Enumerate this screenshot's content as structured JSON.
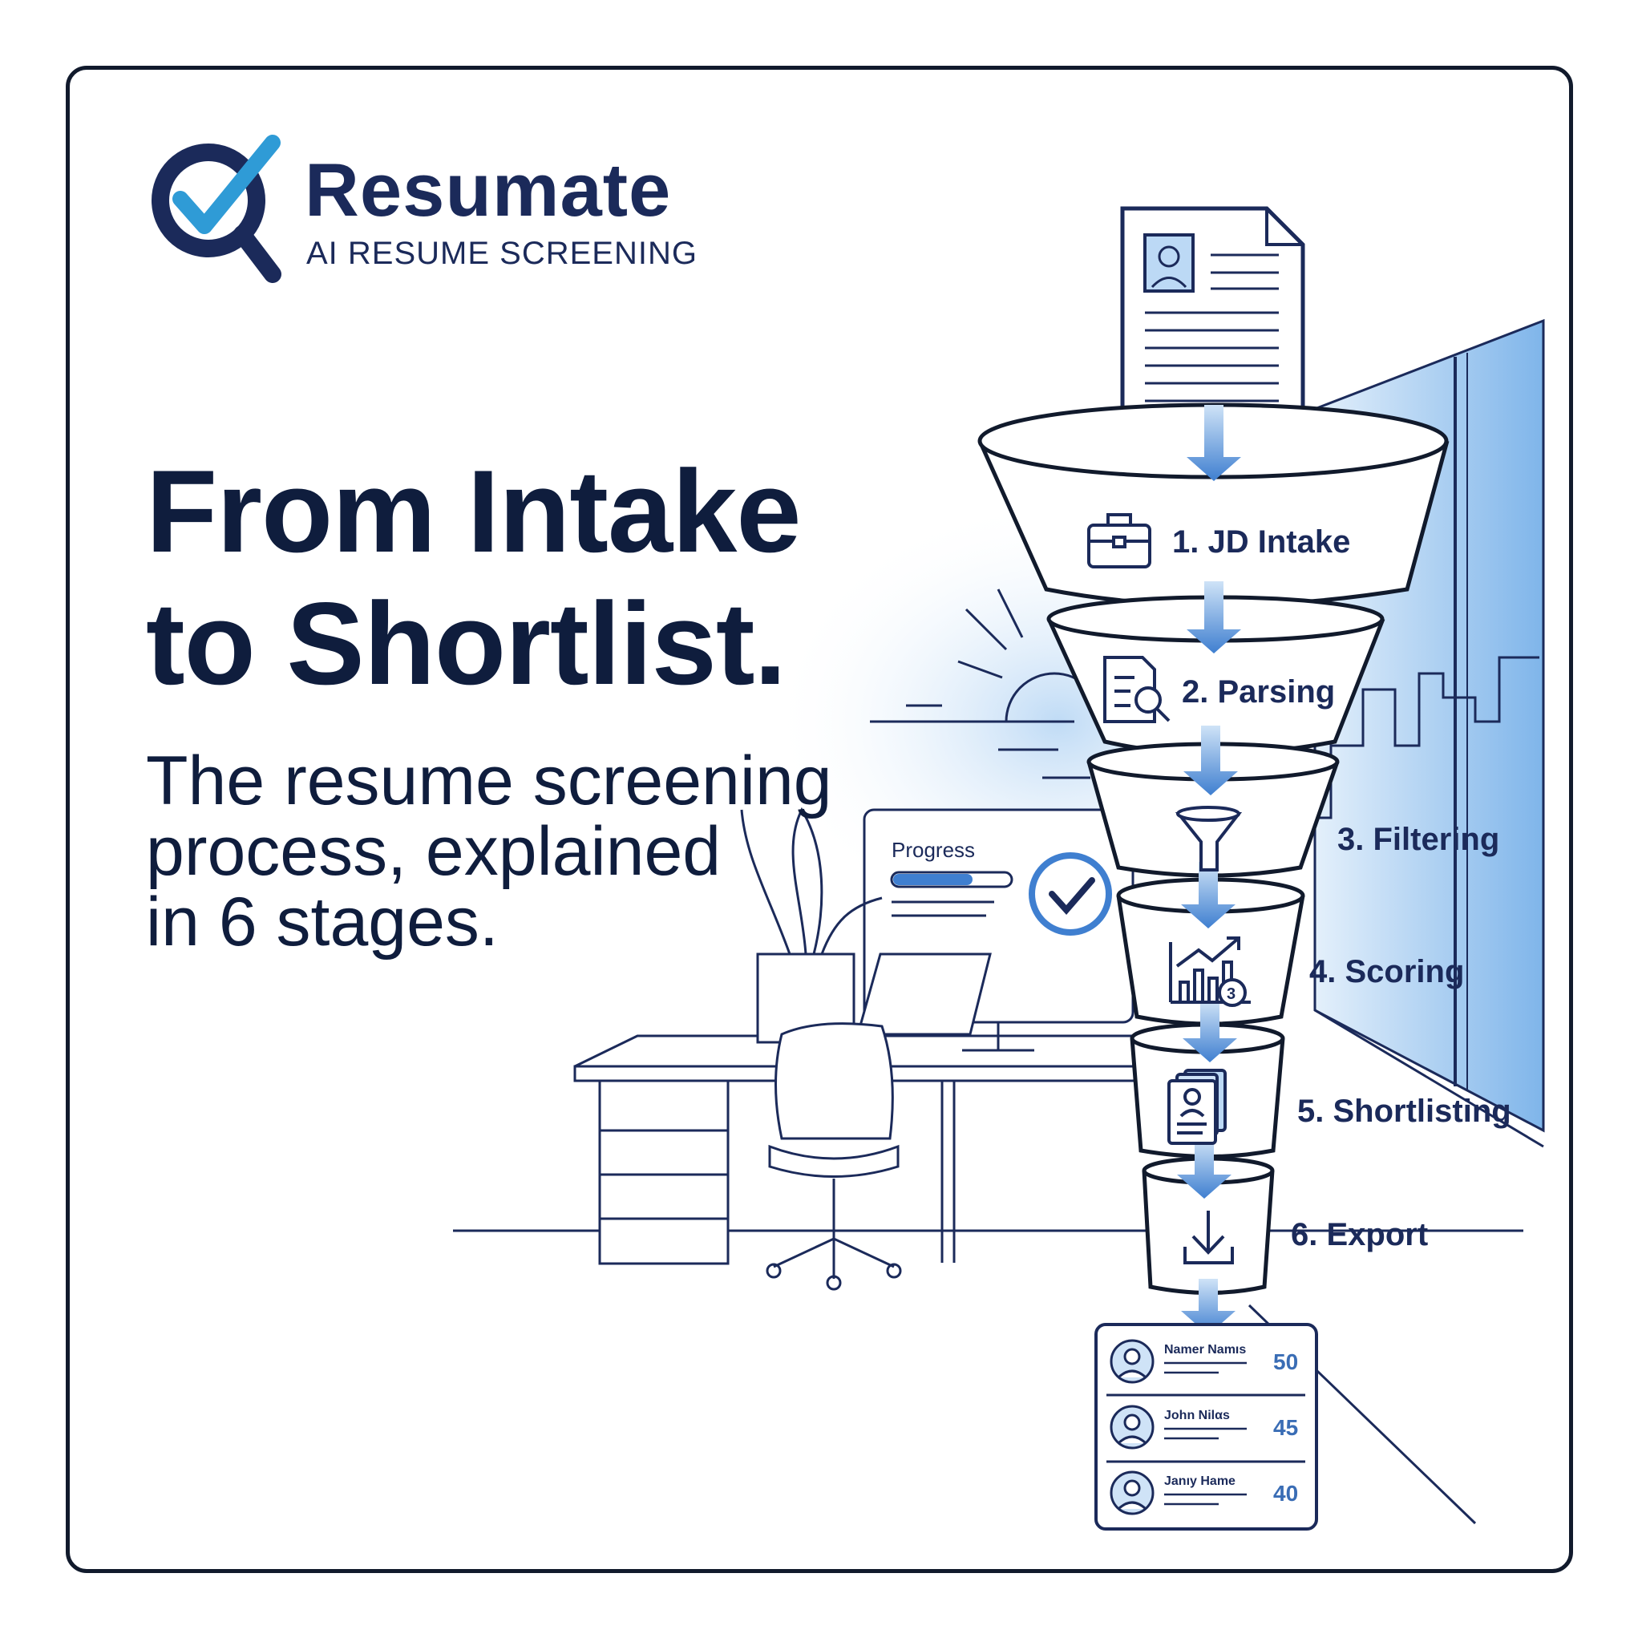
{
  "brand": {
    "name": "Resumate",
    "tagline": "AI RESUME SCREENING",
    "logo_icon": "magnifier-check-icon"
  },
  "headline": {
    "line1": "From Intake",
    "line2": "to Shortlist."
  },
  "subhead": {
    "line1": "The resume screening",
    "line2": "process, explained",
    "line3": "in 6 stages."
  },
  "stages": [
    {
      "label": "1. JD Intake",
      "icon": "briefcase-icon"
    },
    {
      "label": "2. Parsing",
      "icon": "document-search-icon"
    },
    {
      "label": "3. Filtering",
      "icon": "funnel-icon"
    },
    {
      "label": "4. Scoring",
      "icon": "bar-chart-icon"
    },
    {
      "label": "5. Shortlisting",
      "icon": "profile-cards-icon"
    },
    {
      "label": "6. Export",
      "icon": "download-icon"
    }
  ],
  "monitor": {
    "progress_label": "Progress",
    "progress_value": 0.68
  },
  "shortlist": [
    {
      "name": "Namer Namıs",
      "score": "50"
    },
    {
      "name": "John Nilαs",
      "score": "45"
    },
    {
      "name": "Janıy Hame",
      "score": "40"
    }
  ],
  "colors": {
    "navy": "#1b2a5a",
    "accent_blue": "#3a6db5",
    "light_blue": "#cfe3f7",
    "outline": "#111a2c"
  }
}
